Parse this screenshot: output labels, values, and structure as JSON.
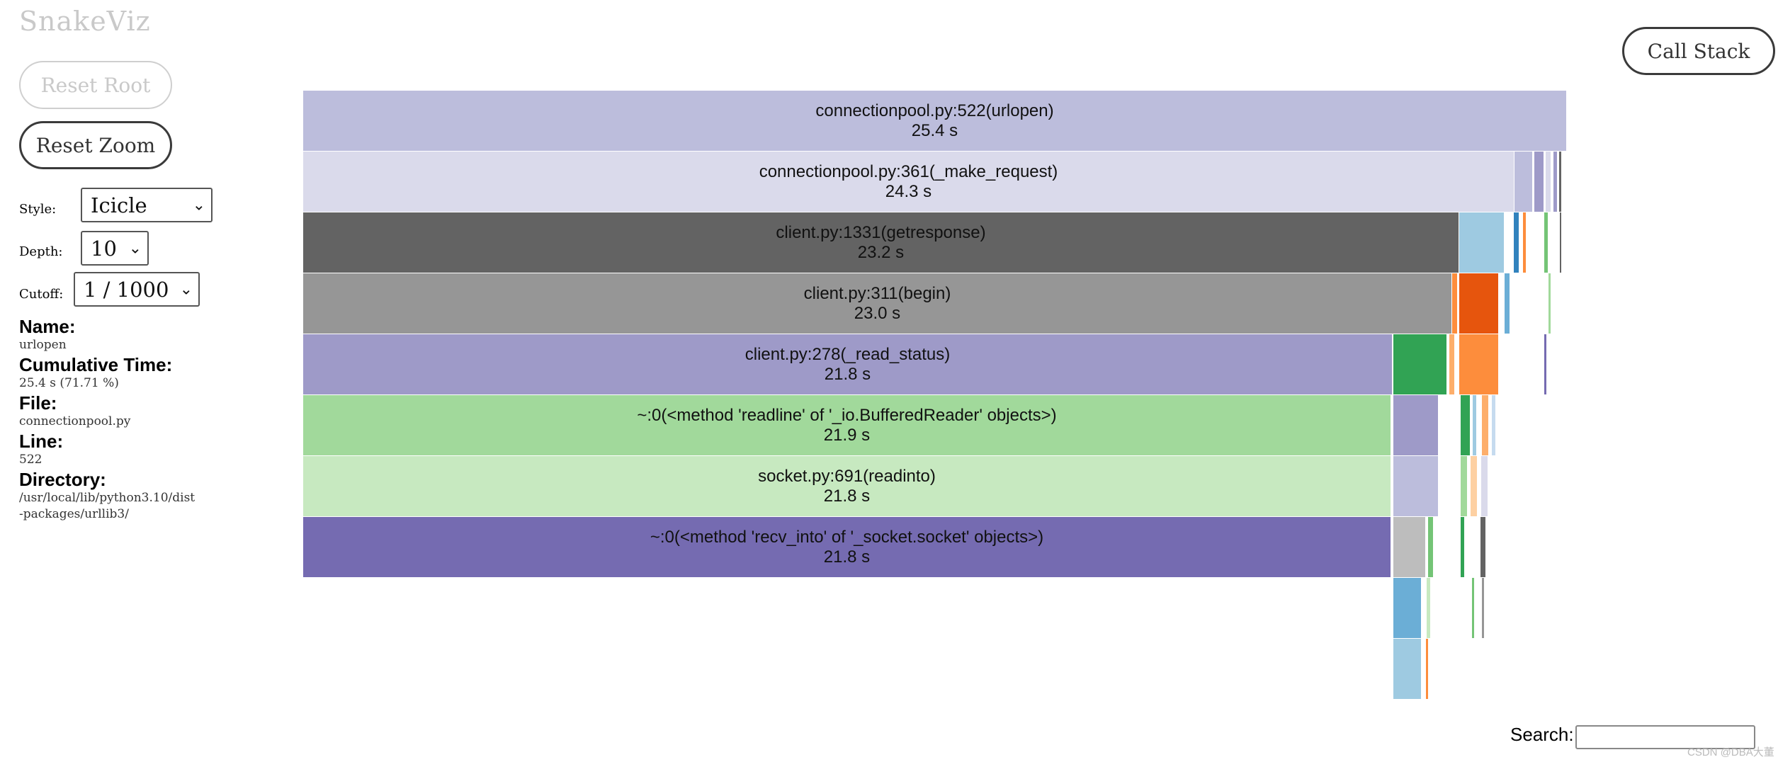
{
  "app": {
    "title": "SnakeViz"
  },
  "buttons": {
    "reset_root": "Reset Root",
    "reset_zoom": "Reset Zoom",
    "call_stack": "Call Stack"
  },
  "controls": {
    "style": {
      "label": "Style:",
      "value": "Icicle"
    },
    "depth": {
      "label": "Depth:",
      "value": "10"
    },
    "cutoff": {
      "label": "Cutoff:",
      "value": "1 / 1000"
    }
  },
  "info": {
    "name_label": "Name:",
    "name_value": "urlopen",
    "cumtime_label": "Cumulative Time:",
    "cumtime_value": "25.4 s (71.71 %)",
    "file_label": "File:",
    "file_value": "connectionpool.py",
    "line_label": "Line:",
    "line_value": "522",
    "dir_label": "Directory:",
    "dir_value_1": "/usr/local/lib/python3.10/dist",
    "dir_value_2": "-packages/urllib3/"
  },
  "search": {
    "label": "Search:",
    "value": ""
  },
  "watermark": "CSDN @DBA大董",
  "icicle": {
    "rows": [
      {
        "name": "connectionpool.py:522(urlopen)",
        "time": "25.4 s",
        "color": "#bcbddc"
      },
      {
        "name": "connectionpool.py:361(_make_request)",
        "time": "24.3 s",
        "color": "#dadaeb"
      },
      {
        "name": "client.py:1331(getresponse)",
        "time": "23.2 s",
        "color": "#636363"
      },
      {
        "name": "client.py:311(begin)",
        "time": "23.0 s",
        "color": "#969696"
      },
      {
        "name": "client.py:278(_read_status)",
        "time": "21.8 s",
        "color": "#9e9ac8"
      },
      {
        "name": "~:0(<method 'readline' of '_io.BufferedReader' objects>)",
        "time": "21.9 s",
        "color": "#a1d99b"
      },
      {
        "name": "socket.py:691(readinto)",
        "time": "21.8 s",
        "color": "#c7e9c0"
      },
      {
        "name": "~:0(<method 'recv_into' of '_socket.socket' objects>)",
        "time": "21.8 s",
        "color": "#756bb1"
      }
    ],
    "side_blocks": [
      {
        "color": "#bcbddc"
      },
      {
        "color": "#9e9ac8"
      },
      {
        "color": "#dadaeb"
      },
      {
        "color": "#9e9ac8"
      },
      {
        "color": "#636363"
      },
      {
        "color": "#9ecae1"
      },
      {
        "color": "#3182bd"
      },
      {
        "color": "#fd8d3c"
      },
      {
        "color": "#74c476"
      },
      {
        "color": "#636363"
      },
      {
        "color": "#e6550d"
      },
      {
        "color": "#fd8d3c"
      },
      {
        "color": "#6baed6"
      },
      {
        "color": "#a1d99b"
      },
      {
        "color": "#31a354"
      },
      {
        "color": "#fd8d3c"
      },
      {
        "color": "#fdae6b"
      },
      {
        "color": "#756bb1"
      },
      {
        "color": "#9e9ac8"
      },
      {
        "color": "#31a354"
      },
      {
        "color": "#9ecae1"
      },
      {
        "color": "#fdae6b"
      },
      {
        "color": "#c6dbef"
      },
      {
        "color": "#bcbddc"
      },
      {
        "color": "#a1d99b"
      },
      {
        "color": "#fdd0a2"
      },
      {
        "color": "#dadaeb"
      },
      {
        "color": "#bdbdbd"
      },
      {
        "color": "#74c476"
      },
      {
        "color": "#31a354"
      },
      {
        "color": "#636363"
      },
      {
        "color": "#6baed6"
      },
      {
        "color": "#c7e9c0"
      },
      {
        "color": "#74c476"
      },
      {
        "color": "#969696"
      },
      {
        "color": "#9ecae1"
      },
      {
        "color": "#fd8d3c"
      }
    ]
  }
}
